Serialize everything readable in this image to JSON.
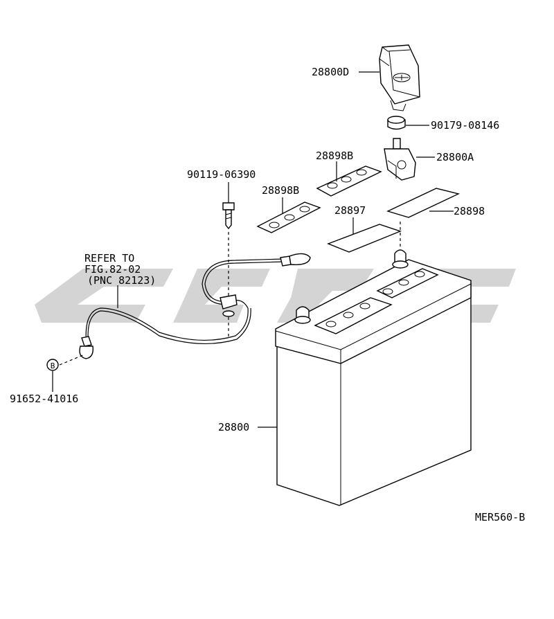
{
  "labels": {
    "p28800D": "28800D",
    "p90179": "90179-08146",
    "p28898B_top": "28898B",
    "p28800A": "28800A",
    "p90119": "90119-06390",
    "p28898B_left": "28898B",
    "p28897": "28897",
    "p28898": "28898",
    "refer_line1": "REFER TO",
    "refer_line2": "FIG.82-02",
    "refer_line3": "(PNC 82123)",
    "marker_b": "B",
    "p91652": "91652-41016",
    "p28800": "28800",
    "figure_code": "MER560-B"
  }
}
